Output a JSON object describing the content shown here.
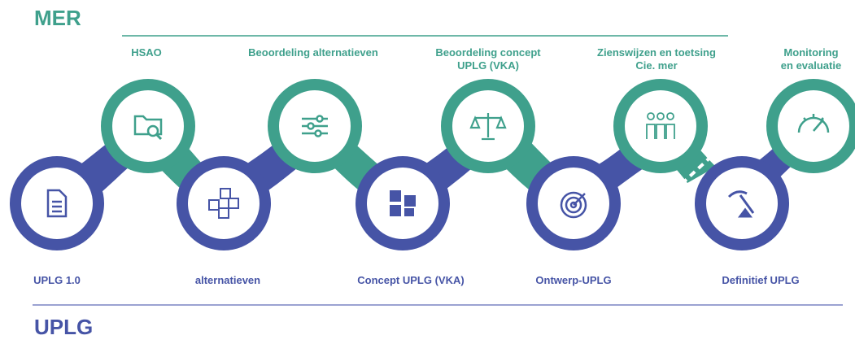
{
  "mer": {
    "title": "MER",
    "steps": [
      {
        "label": "HSAO",
        "icon": "folder-search-icon"
      },
      {
        "label": "Beoordeling alternatieven",
        "icon": "sliders-icon"
      },
      {
        "label": "Beoordeling concept\nUPLG (VKA)",
        "icon": "scales-icon"
      },
      {
        "label": "Zienswijzen en toetsing\nCie. mer",
        "icon": "people-icon"
      },
      {
        "label": "Monitoring\nen evaluatie",
        "icon": "gauge-icon"
      }
    ]
  },
  "uplg": {
    "title": "UPLG",
    "steps": [
      {
        "label": "UPLG 1.0",
        "icon": "document-icon"
      },
      {
        "label": "alternatieven",
        "icon": "blocks-icon"
      },
      {
        "label": "Concept UPLG (VKA)",
        "icon": "puzzle-icon"
      },
      {
        "label": "Ontwerp-UPLG",
        "icon": "target-icon"
      },
      {
        "label": "Definitief UPLG",
        "icon": "pickaxe-icon"
      }
    ]
  },
  "colors": {
    "mer": "#3fa08c",
    "uplg": "#4654a6",
    "line": "#7a84c4"
  }
}
